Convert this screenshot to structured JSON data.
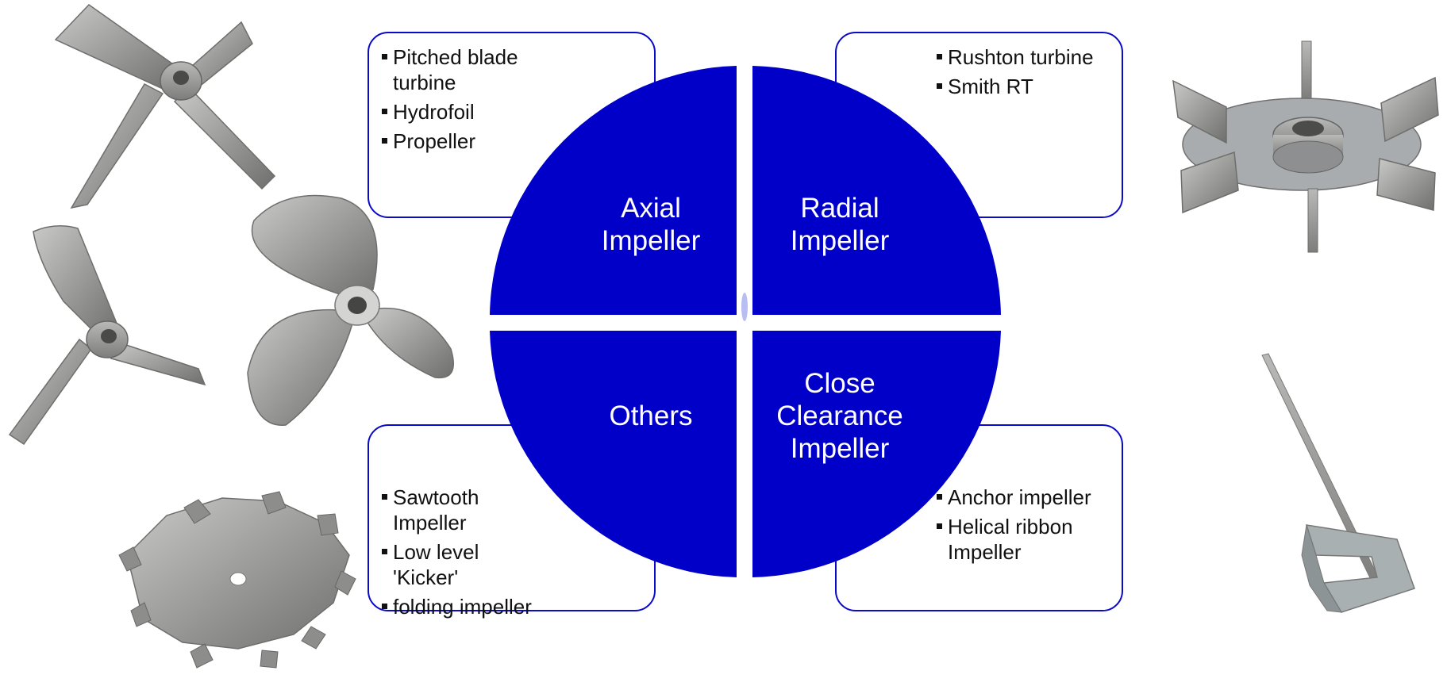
{
  "quadrants": {
    "top_left": "Axial\nImpeller",
    "top_right": "Radial\nImpeller",
    "bottom_left": "Others",
    "bottom_right": "Close\nClearance\nImpeller"
  },
  "boxes": {
    "axial": [
      "Pitched blade turbine",
      "Hydrofoil",
      "Propeller"
    ],
    "radial": [
      "Rushton turbine",
      "Smith RT"
    ],
    "others": [
      "Sawtooth Impeller",
      "Low level 'Kicker'",
      "folding impeller"
    ],
    "close_clearance": [
      "Anchor impeller",
      "Helical ribbon Impeller"
    ]
  },
  "colors": {
    "quadrant_fill": "#0000c8",
    "box_border": "#0a0ac8",
    "metal": "#9a9a98"
  },
  "images": [
    "pitched-blade-turbine-image",
    "hydrofoil-image",
    "propeller-image",
    "sawtooth-impeller-image",
    "rushton-turbine-image",
    "anchor-impeller-image"
  ]
}
